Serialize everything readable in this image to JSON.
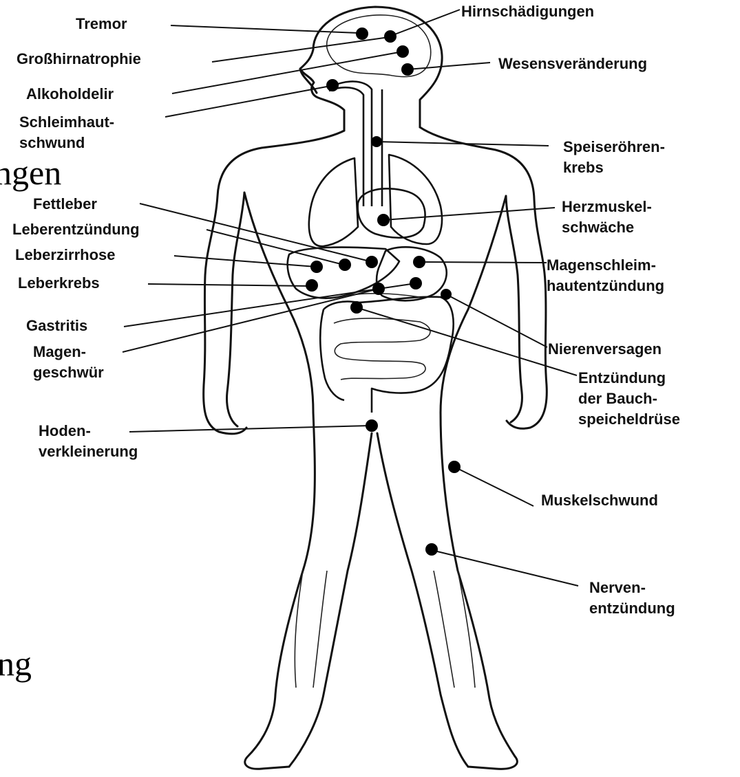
{
  "background_fragments": [
    "ngen",
    "ng"
  ],
  "colors": {
    "ink": "#111111",
    "background": "#ffffff"
  },
  "labels": {
    "tremor": "Tremor",
    "grosshirnatrophie": "Großhirnatrophie",
    "alkoholdelir": "Alkoholdelir",
    "schleimhautschwund_1": "Schleimhaut-",
    "schleimhautschwund_2": "schwund",
    "hirnschaedigungen": "Hirnschädigungen",
    "wesensveraenderung": "Wesensveränderung",
    "speiseroehrenkrebs_1": "Speiseröhren-",
    "speiseroehrenkrebs_2": "krebs",
    "fettleber": "Fettleber",
    "leberentzuendung": "Leberentzündung",
    "leberzirrhose": "Leberzirrhose",
    "leberkrebs": "Leberkrebs",
    "herzmuskelschwaeche_1": "Herzmuskel-",
    "herzmuskelschwaeche_2": "schwäche",
    "magenschleimhaut_1": "Magenschleim-",
    "magenschleimhaut_2": "hautentzündung",
    "gastritis": "Gastritis",
    "magengeschwuer_1": "Magen-",
    "magengeschwuer_2": "geschwür",
    "nierenversagen": "Nierenversagen",
    "bauchspeichel_1": "Entzündung",
    "bauchspeichel_2": "der Bauch-",
    "bauchspeichel_3": "speicheldrüse",
    "hoden_1": "Hoden-",
    "hoden_2": "verkleinerung",
    "muskelschwund": "Muskelschwund",
    "nervenentzuendung_1": "Nerven-",
    "nervenentzuendung_2": "entzündung"
  }
}
